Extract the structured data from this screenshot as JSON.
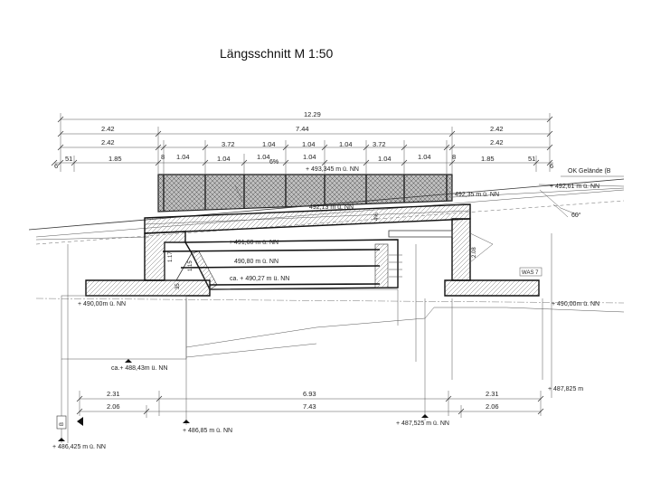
{
  "title": "Längsschnitt   M 1:50",
  "top_dims": {
    "total": "12.29",
    "row2_left": "2.42",
    "row2_mid": "7.44",
    "row2_right": "2.42",
    "row3_left": "2.42",
    "row3_right": "2.42",
    "row3_seg": [
      "8",
      "1.04",
      "3.72",
      "1.04",
      "1.04",
      "3.72",
      "1.04",
      "8"
    ],
    "row4": [
      "6",
      "51",
      "1.85",
      "1.04",
      "1.04",
      "1.04",
      "1.04",
      "1.04",
      "1.85",
      "51",
      "6"
    ]
  },
  "slope": "6%",
  "levels": {
    "top": "+ 493,345 m ü. NN",
    "right_top": "+ 492,61 m ü. NN",
    "gelaende": "OK Gelände (B",
    "right_mid": "492,35 m ü. NN",
    "deck": "492,13 m ü. NN",
    "under_deck": "+ 491,60 m ü. NN",
    "water": "490,80 m ü. NN",
    "bottom": "ca. + 490,27 m ü. NN",
    "left_found": "+ 490,00m ü. NN",
    "right_found": "+ 490,00m ü. NN",
    "left_deep": "ca.+ 488,43m ü. NN",
    "right_deep": "+ 487,825 m",
    "mid_low": "+ 487,525 m ü. NN",
    "left_low": "+ 486,85 m ü. NN",
    "far_left": "+ 486,425 m ü. NN"
  },
  "angle": "60°",
  "was_label": "WAS 7",
  "small_labels": [
    "1.17",
    "1.15",
    "35",
    "2.08",
    "4%"
  ],
  "bottom_dims": {
    "row1": [
      "2.31",
      "6.93",
      "2.31"
    ],
    "row2": [
      "2.06",
      "7.43",
      "2.06"
    ]
  },
  "section_marker": "B"
}
